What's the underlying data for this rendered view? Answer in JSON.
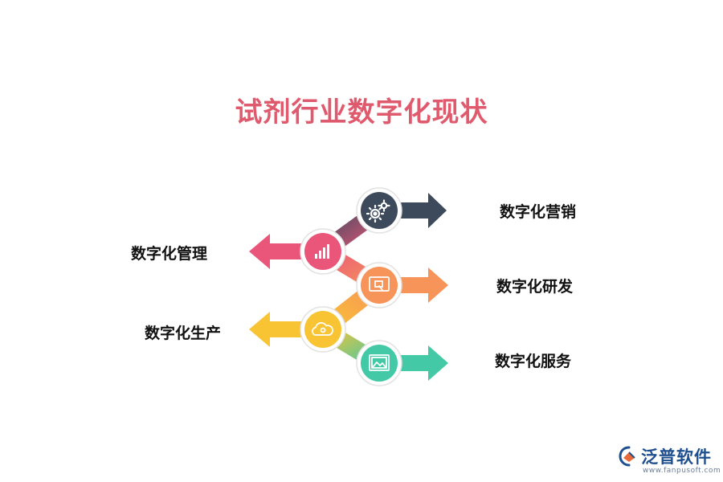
{
  "title": "试剂行业数字化现状",
  "items": [
    {
      "label": "数字化营销",
      "color": "#3d4a5c",
      "icon": "gears-icon"
    },
    {
      "label": "数字化管理",
      "color": "#e9567a",
      "icon": "bar-chart-icon"
    },
    {
      "label": "数字化研发",
      "color": "#f7945a",
      "icon": "touch-screen-icon"
    },
    {
      "label": "数字化生产",
      "color": "#f9c433",
      "icon": "cloud-icon"
    },
    {
      "label": "数字化服务",
      "color": "#44c9a6",
      "icon": "image-frame-icon"
    }
  ],
  "logo": {
    "name": "泛普软件",
    "url": "www.fanpusoft.com"
  }
}
